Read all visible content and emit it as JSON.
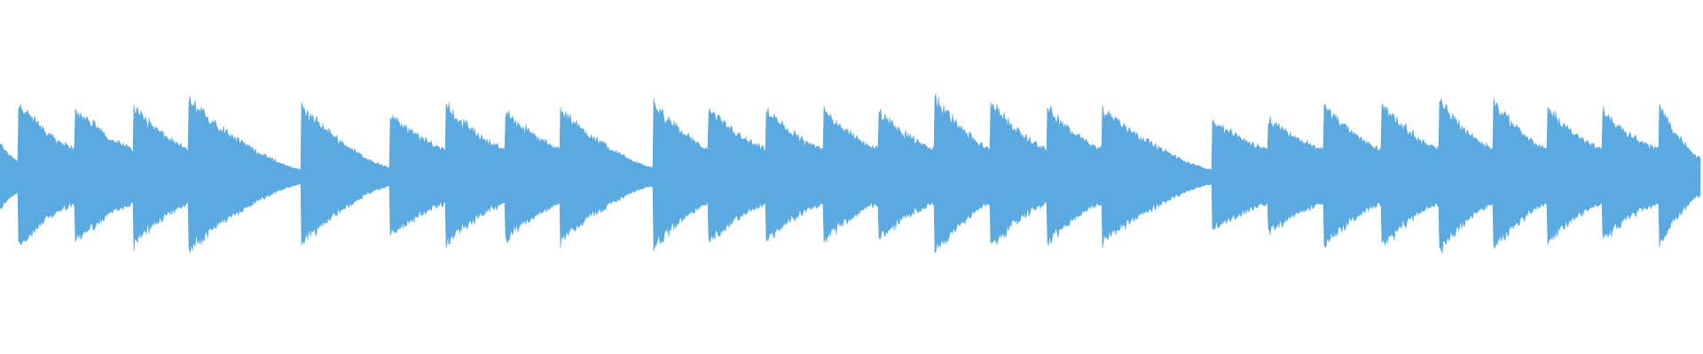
{
  "waveform": {
    "color": "#5aa9e0",
    "background": "#ffffff",
    "duration_fraction_per_onset": [
      0.0,
      0.0105,
      0.0442,
      0.0786,
      0.1108,
      0.1768,
      0.2291,
      0.2617,
      0.2968,
      0.3291,
      0.3834,
      0.4158,
      0.4499,
      0.4834,
      0.5157,
      0.5486,
      0.5814,
      0.6147,
      0.6472,
      0.7117,
      0.7447,
      0.7776,
      0.811,
      0.8449,
      0.877,
      0.9086,
      0.941,
      0.974
    ],
    "onset_peak_amplitude": [
      0.35,
      0.78,
      0.72,
      0.74,
      0.8,
      0.74,
      0.65,
      0.75,
      0.7,
      0.7,
      0.8,
      0.72,
      0.7,
      0.72,
      0.7,
      0.85,
      0.78,
      0.73,
      0.72,
      0.6,
      0.62,
      0.75,
      0.78,
      0.82,
      0.8,
      0.72,
      0.7,
      0.77
    ],
    "onset_decay_floor": [
      0.18,
      0.3,
      0.3,
      0.3,
      0.08,
      0.1,
      0.3,
      0.3,
      0.3,
      0.1,
      0.3,
      0.3,
      0.3,
      0.3,
      0.3,
      0.3,
      0.3,
      0.3,
      0.08,
      0.3,
      0.3,
      0.3,
      0.3,
      0.3,
      0.3,
      0.3,
      0.3,
      0.2
    ]
  }
}
